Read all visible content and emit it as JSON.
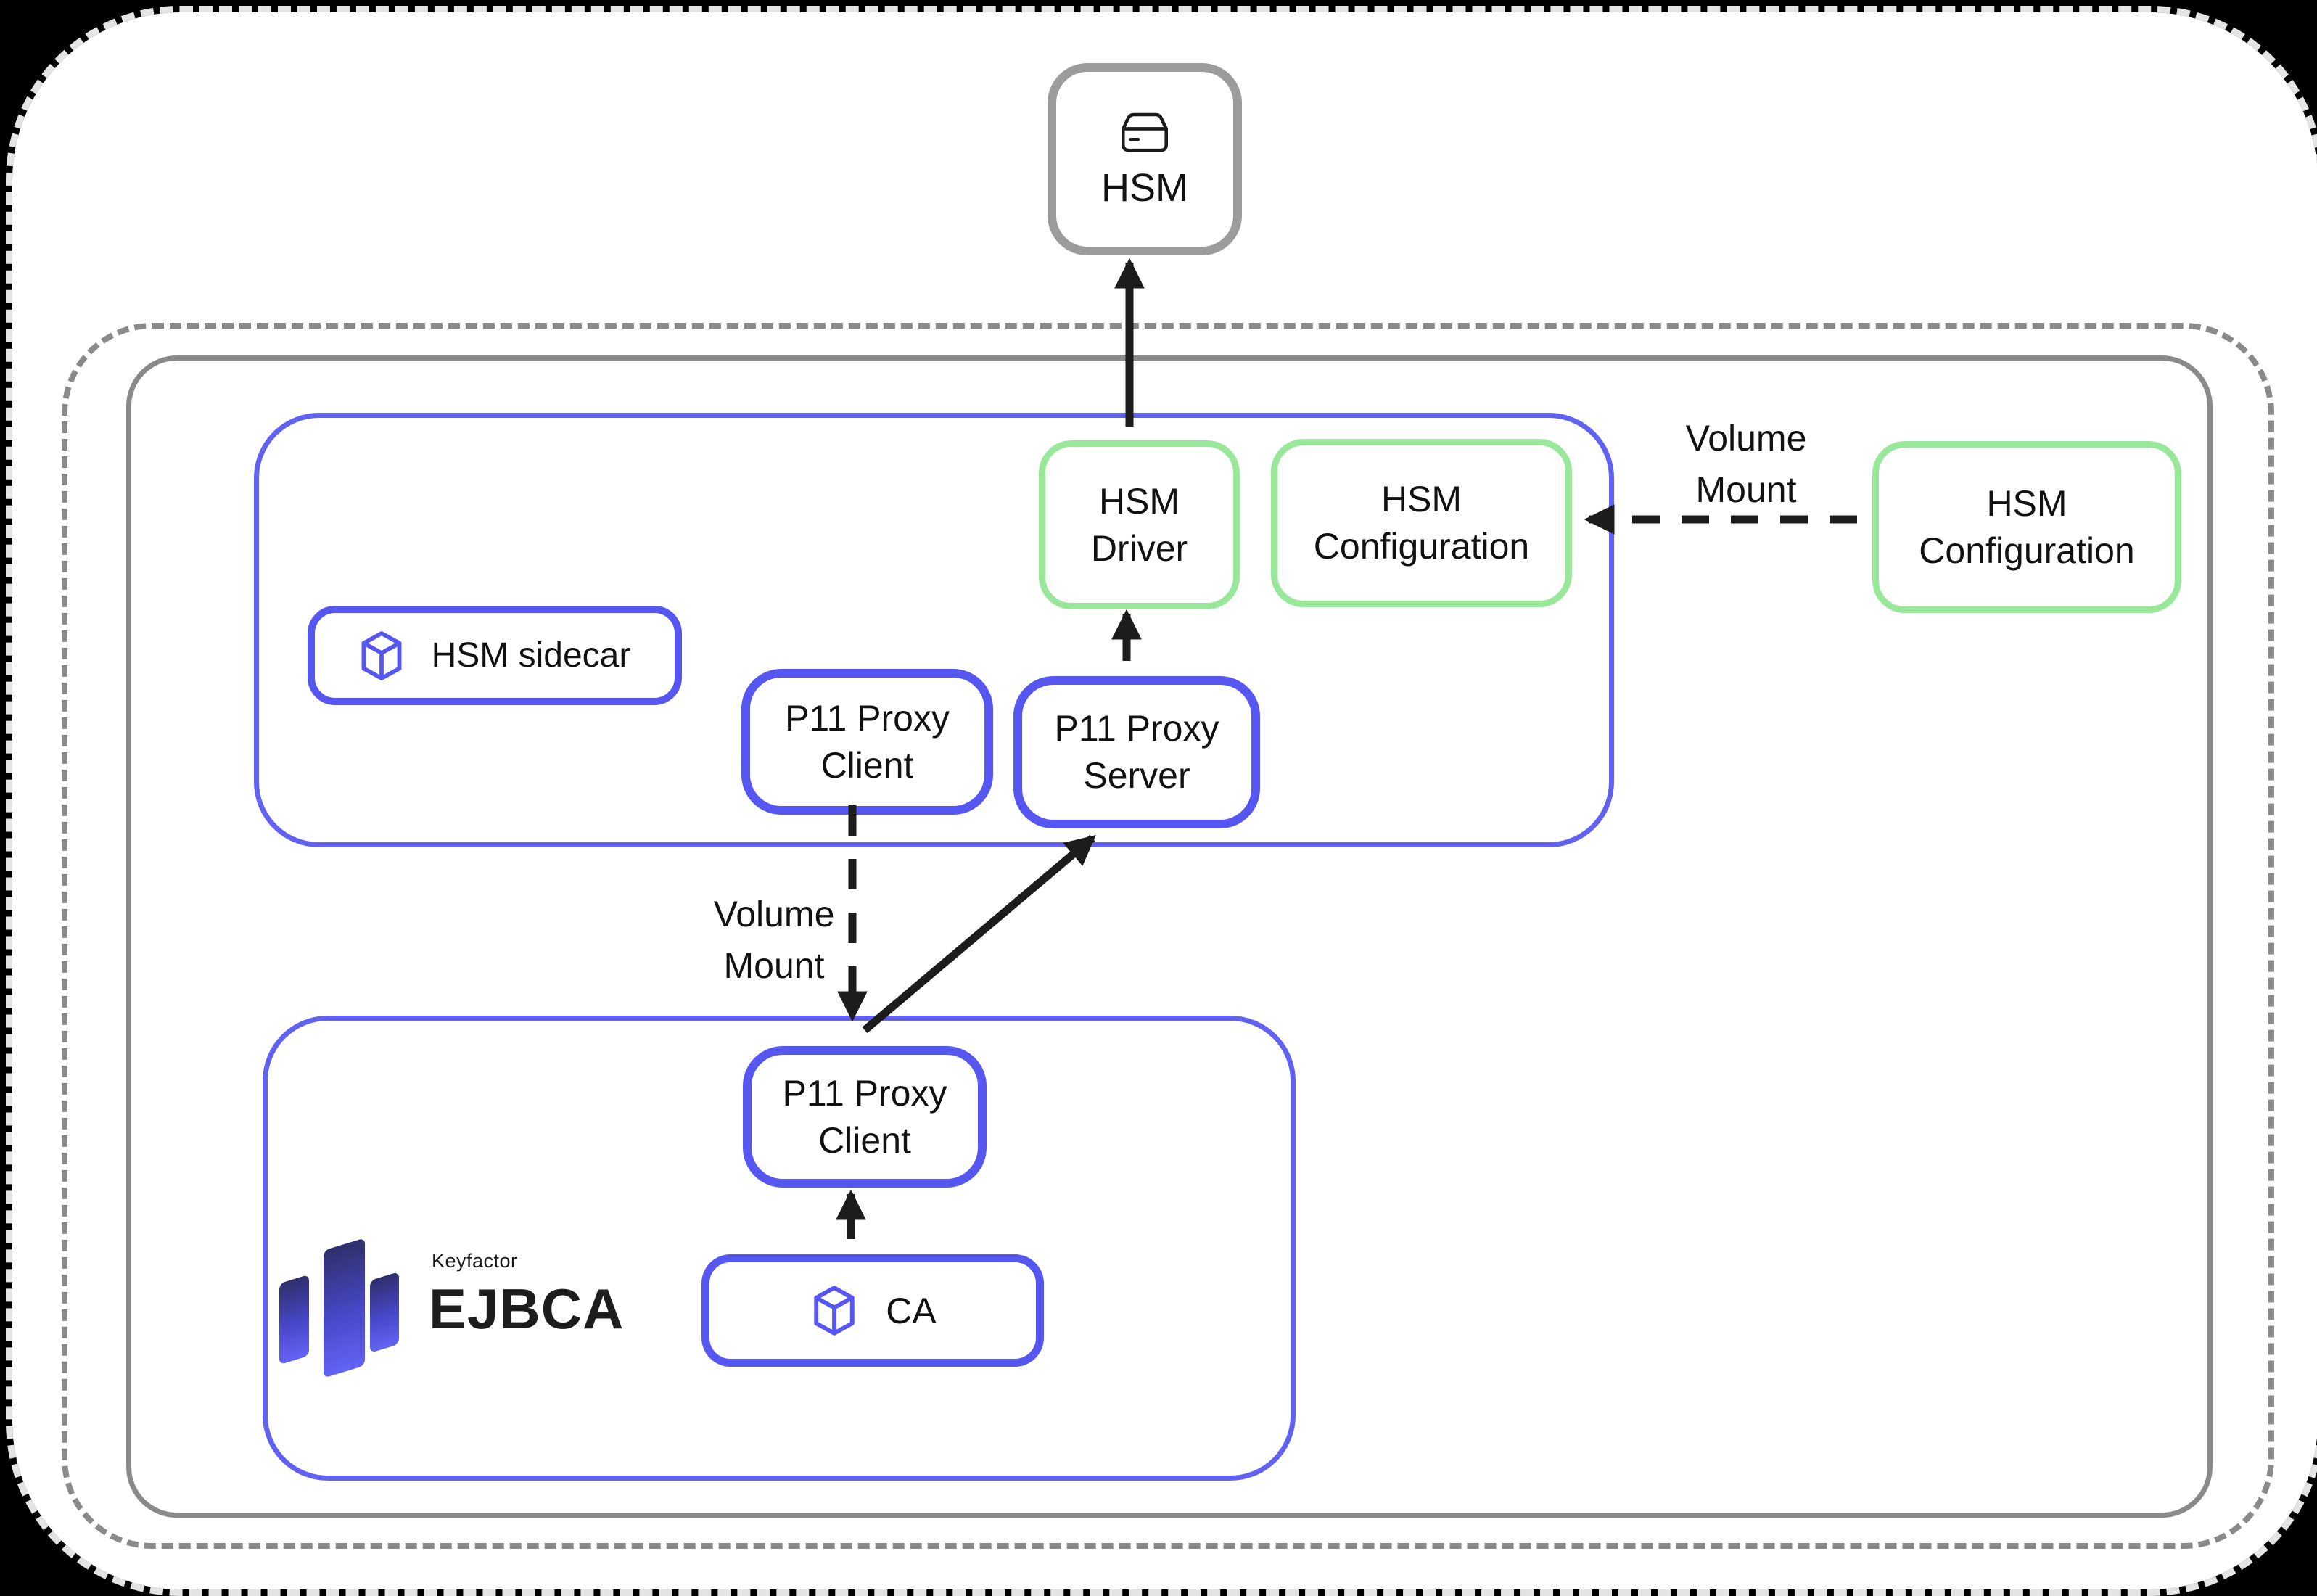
{
  "colors": {
    "box_blue": "#5656f0",
    "container_blue": "#6262f2",
    "green": "#99e899",
    "gray_box_border": "#9c9c9c",
    "gray_container_border": "#8a8a8a",
    "arrow_black": "#1c1c1c"
  },
  "nodes": {
    "hsm": {
      "label": "HSM"
    },
    "hsm_sidecar": {
      "label": "HSM sidecar"
    },
    "hsm_driver": {
      "label": "HSM\nDriver"
    },
    "hsm_configuration_inner": {
      "label": "HSM\nConfiguration"
    },
    "hsm_configuration_external": {
      "label": "HSM\nConfiguration"
    },
    "p11_proxy_client_upper": {
      "label": "P11 Proxy\nClient"
    },
    "p11_proxy_server": {
      "label": "P11 Proxy\nServer"
    },
    "p11_proxy_client_lower": {
      "label": "P11 Proxy\nClient"
    },
    "ca": {
      "label": "CA"
    }
  },
  "edges": {
    "volume_mount_vertical": {
      "label": "Volume\nMount"
    },
    "volume_mount_horizontal": {
      "label": "Volume\nMount"
    }
  },
  "logo": {
    "company": "Keyfactor",
    "product": "EJBCA"
  }
}
